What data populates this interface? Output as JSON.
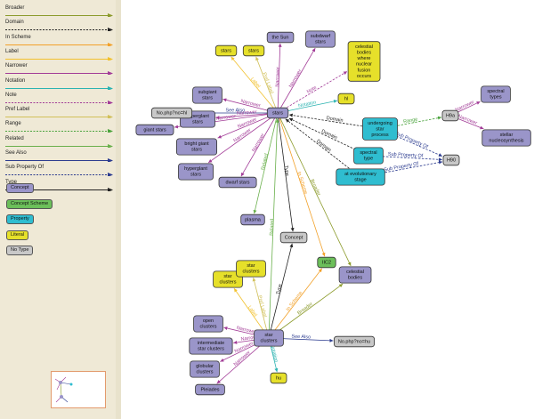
{
  "legend": {
    "relations": [
      {
        "label": "Broader",
        "color": "#8c9b2c",
        "dashed": false
      },
      {
        "label": "Domain",
        "color": "#222222",
        "dashed": true
      },
      {
        "label": "In Scheme",
        "color": "#f2a12a",
        "dashed": false
      },
      {
        "label": "Label",
        "color": "#f2c12e",
        "dashed": false
      },
      {
        "label": "Narrower",
        "color": "#a23c97",
        "dashed": false
      },
      {
        "label": "Notation",
        "color": "#2bb3b1",
        "dashed": false
      },
      {
        "label": "Note",
        "color": "#a23c97",
        "dashed": true
      },
      {
        "label": "Pref Label",
        "color": "#d1c05a",
        "dashed": false
      },
      {
        "label": "Range",
        "color": "#4aa33c",
        "dashed": true
      },
      {
        "label": "Related",
        "color": "#6ab04c",
        "dashed": false
      },
      {
        "label": "See Also",
        "color": "#2b3b8f",
        "dashed": false
      },
      {
        "label": "Sub Property Of",
        "color": "#2b3b8f",
        "dashed": true
      },
      {
        "label": "Type",
        "color": "#222222",
        "dashed": false
      }
    ],
    "node_types": [
      {
        "label": "Concept",
        "color": "#9a95c9"
      },
      {
        "label": "Concept Scheme",
        "color": "#6cbf5a"
      },
      {
        "label": "Property",
        "color": "#2fbdd0"
      },
      {
        "label": "Literal",
        "color": "#e6e02a"
      },
      {
        "label": "No Type",
        "color": "#c8c8c8"
      }
    ]
  },
  "graph": {
    "nodes": [
      {
        "id": "stars_top",
        "label": [
          "stars"
        ],
        "kind": "Literal"
      },
      {
        "id": "stars_top2",
        "label": [
          "stars"
        ],
        "kind": "Literal"
      },
      {
        "id": "the_sun",
        "label": [
          "the Sun"
        ],
        "kind": "Concept"
      },
      {
        "id": "subdwarf",
        "label": [
          "subdwarf",
          "stars"
        ],
        "kind": "Concept"
      },
      {
        "id": "note_box",
        "label": [
          "celestial",
          "bodies",
          "where",
          "nuclear",
          "fusion",
          "occurs"
        ],
        "kind": "Literal"
      },
      {
        "id": "subgiant",
        "label": [
          "subgiant",
          "stars"
        ],
        "kind": "Concept"
      },
      {
        "id": "supergiant",
        "label": [
          "superglant",
          "stars"
        ],
        "kind": "Concept"
      },
      {
        "id": "nophp_hl",
        "label": [
          "No.php?no=hl"
        ],
        "kind": "No Type"
      },
      {
        "id": "stars_main",
        "label": [
          "stars"
        ],
        "kind": "Concept"
      },
      {
        "id": "hl",
        "label": [
          "hl"
        ],
        "kind": "Literal"
      },
      {
        "id": "giant",
        "label": [
          "giant stars"
        ],
        "kind": "Concept"
      },
      {
        "id": "bright_giant",
        "label": [
          "bright giant",
          "stars"
        ],
        "kind": "Concept"
      },
      {
        "id": "hyperglant",
        "label": [
          "hyperglant",
          "stars"
        ],
        "kind": "Concept"
      },
      {
        "id": "dwarf",
        "label": [
          "dwarf stars"
        ],
        "kind": "Concept"
      },
      {
        "id": "plasma",
        "label": [
          "plasma"
        ],
        "kind": "Concept"
      },
      {
        "id": "undergoing",
        "label": [
          "undergoing",
          "star",
          "process"
        ],
        "kind": "Property"
      },
      {
        "id": "spectral_type_prop",
        "label": [
          "spectral",
          "type"
        ],
        "kind": "Property"
      },
      {
        "id": "evolutionary",
        "label": [
          "at evolutionary",
          "stage"
        ],
        "kind": "Property"
      },
      {
        "id": "h9a",
        "label": [
          "H9a"
        ],
        "kind": "No Type"
      },
      {
        "id": "h90",
        "label": [
          "H90"
        ],
        "kind": "No Type"
      },
      {
        "id": "spectral_types",
        "label": [
          "spectral",
          "types"
        ],
        "kind": "Concept"
      },
      {
        "id": "stellar_nuc",
        "label": [
          "stellar",
          "nucleosynthesis"
        ],
        "kind": "Concept"
      },
      {
        "id": "concept",
        "label": [
          "Concept"
        ],
        "kind": "No Type"
      },
      {
        "id": "ic2",
        "label": [
          "IIC2"
        ],
        "kind": "Concept Scheme"
      },
      {
        "id": "celestial",
        "label": [
          "celestial",
          "bodies"
        ],
        "kind": "Concept"
      },
      {
        "id": "star_clusters_lit1",
        "label": [
          "star",
          "clusters"
        ],
        "kind": "Literal"
      },
      {
        "id": "star_clusters_lit2",
        "label": [
          "star",
          "clusters"
        ],
        "kind": "Literal"
      },
      {
        "id": "open_clusters",
        "label": [
          "open",
          "clusters"
        ],
        "kind": "Concept"
      },
      {
        "id": "intermediate",
        "label": [
          "intermediate",
          "star clusters"
        ],
        "kind": "Concept"
      },
      {
        "id": "star_clusters_main",
        "label": [
          "star",
          "clusters"
        ],
        "kind": "Concept"
      },
      {
        "id": "nophp_hu",
        "label": [
          "No.php?no=hu"
        ],
        "kind": "No Type"
      },
      {
        "id": "globular",
        "label": [
          "globular",
          "clusters"
        ],
        "kind": "Concept"
      },
      {
        "id": "hu",
        "label": [
          "hu"
        ],
        "kind": "Literal"
      },
      {
        "id": "pleiades",
        "label": [
          "Pleiades"
        ],
        "kind": "Concept"
      }
    ],
    "edges": [
      {
        "from": "stars_main",
        "to": "stars_top",
        "rel": "Label",
        "label": "Label"
      },
      {
        "from": "stars_main",
        "to": "stars_top2",
        "rel": "Pref Label",
        "label": "Pref Label"
      },
      {
        "from": "stars_main",
        "to": "the_sun",
        "rel": "Narrower",
        "label": "Narrower"
      },
      {
        "from": "stars_main",
        "to": "subdwarf",
        "rel": "Narrower",
        "label": "Narrower"
      },
      {
        "from": "stars_main",
        "to": "note_box",
        "rel": "Note",
        "label": "Note"
      },
      {
        "from": "stars_main",
        "to": "subgiant",
        "rel": "Narrower",
        "label": "Narrower"
      },
      {
        "from": "stars_main",
        "to": "supergiant",
        "rel": "Narrower",
        "label": "Narrower"
      },
      {
        "from": "stars_main",
        "to": "nophp_hl",
        "rel": "See Also",
        "label": "See Also"
      },
      {
        "from": "stars_main",
        "to": "hl",
        "rel": "Notation",
        "label": "Notation"
      },
      {
        "from": "stars_main",
        "to": "giant",
        "rel": "Narrower",
        "label": "Narrower"
      },
      {
        "from": "stars_main",
        "to": "bright_giant",
        "rel": "Narrower",
        "label": "Narrower"
      },
      {
        "from": "stars_main",
        "to": "hyperglant",
        "rel": "Narrower",
        "label": "Narrower"
      },
      {
        "from": "stars_main",
        "to": "dwarf",
        "rel": "Narrower",
        "label": "Narrower"
      },
      {
        "from": "stars_main",
        "to": "plasma",
        "rel": "Related",
        "label": "Related"
      },
      {
        "from": "undergoing",
        "to": "stars_main",
        "rel": "Domain",
        "label": "Domain"
      },
      {
        "from": "spectral_type_prop",
        "to": "stars_main",
        "rel": "Domain",
        "label": "Domain"
      },
      {
        "from": "evolutionary",
        "to": "stars_main",
        "rel": "Domain",
        "label": "Domain"
      },
      {
        "from": "undergoing",
        "to": "h9a",
        "rel": "Range",
        "label": "Range"
      },
      {
        "from": "spectral_type_prop",
        "to": "h90",
        "rel": "Sub Property Of",
        "label": "Sub Property Of"
      },
      {
        "from": "evolutionary",
        "to": "h90",
        "rel": "Sub Property Of",
        "label": "Sub Property Of"
      },
      {
        "from": "undergoing",
        "to": "h90",
        "rel": "Sub Property Of",
        "label": "Sub Property Of"
      },
      {
        "from": "h9a",
        "to": "spectral_types",
        "rel": "Narrower",
        "label": "Narrower"
      },
      {
        "from": "h9a",
        "to": "stellar_nuc",
        "rel": "Narrower",
        "label": "Narrower"
      },
      {
        "from": "stars_main",
        "to": "concept",
        "rel": "Type",
        "label": "Type"
      },
      {
        "from": "stars_main",
        "to": "ic2",
        "rel": "In Scheme",
        "label": "In Scheme"
      },
      {
        "from": "stars_main",
        "to": "celestial",
        "rel": "Broader",
        "label": "Broader"
      },
      {
        "from": "star_clusters_main",
        "to": "concept",
        "rel": "Type",
        "label": "Type"
      },
      {
        "from": "star_clusters_main",
        "to": "stars_main",
        "rel": "Related",
        "label": "Related"
      },
      {
        "from": "star_clusters_main",
        "to": "ic2",
        "rel": "In Scheme",
        "label": "In Scheme"
      },
      {
        "from": "star_clusters_main",
        "to": "celestial",
        "rel": "Broader",
        "label": "Broader"
      },
      {
        "from": "star_clusters_main",
        "to": "star_clusters_lit1",
        "rel": "Label",
        "label": "Label"
      },
      {
        "from": "star_clusters_main",
        "to": "star_clusters_lit2",
        "rel": "Pref Label",
        "label": "Pref Label"
      },
      {
        "from": "star_clusters_main",
        "to": "open_clusters",
        "rel": "Narrower",
        "label": "Narrower"
      },
      {
        "from": "star_clusters_main",
        "to": "intermediate",
        "rel": "Narrower",
        "label": "Narrower"
      },
      {
        "from": "star_clusters_main",
        "to": "nophp_hu",
        "rel": "See Also",
        "label": "See Also"
      },
      {
        "from": "star_clusters_main",
        "to": "globular",
        "rel": "Narrower",
        "label": "Narrower"
      },
      {
        "from": "star_clusters_main",
        "to": "hu",
        "rel": "Notation",
        "label": "Notation"
      },
      {
        "from": "star_clusters_main",
        "to": "pleiades",
        "rel": "Narrower",
        "label": "Narrower"
      }
    ]
  }
}
